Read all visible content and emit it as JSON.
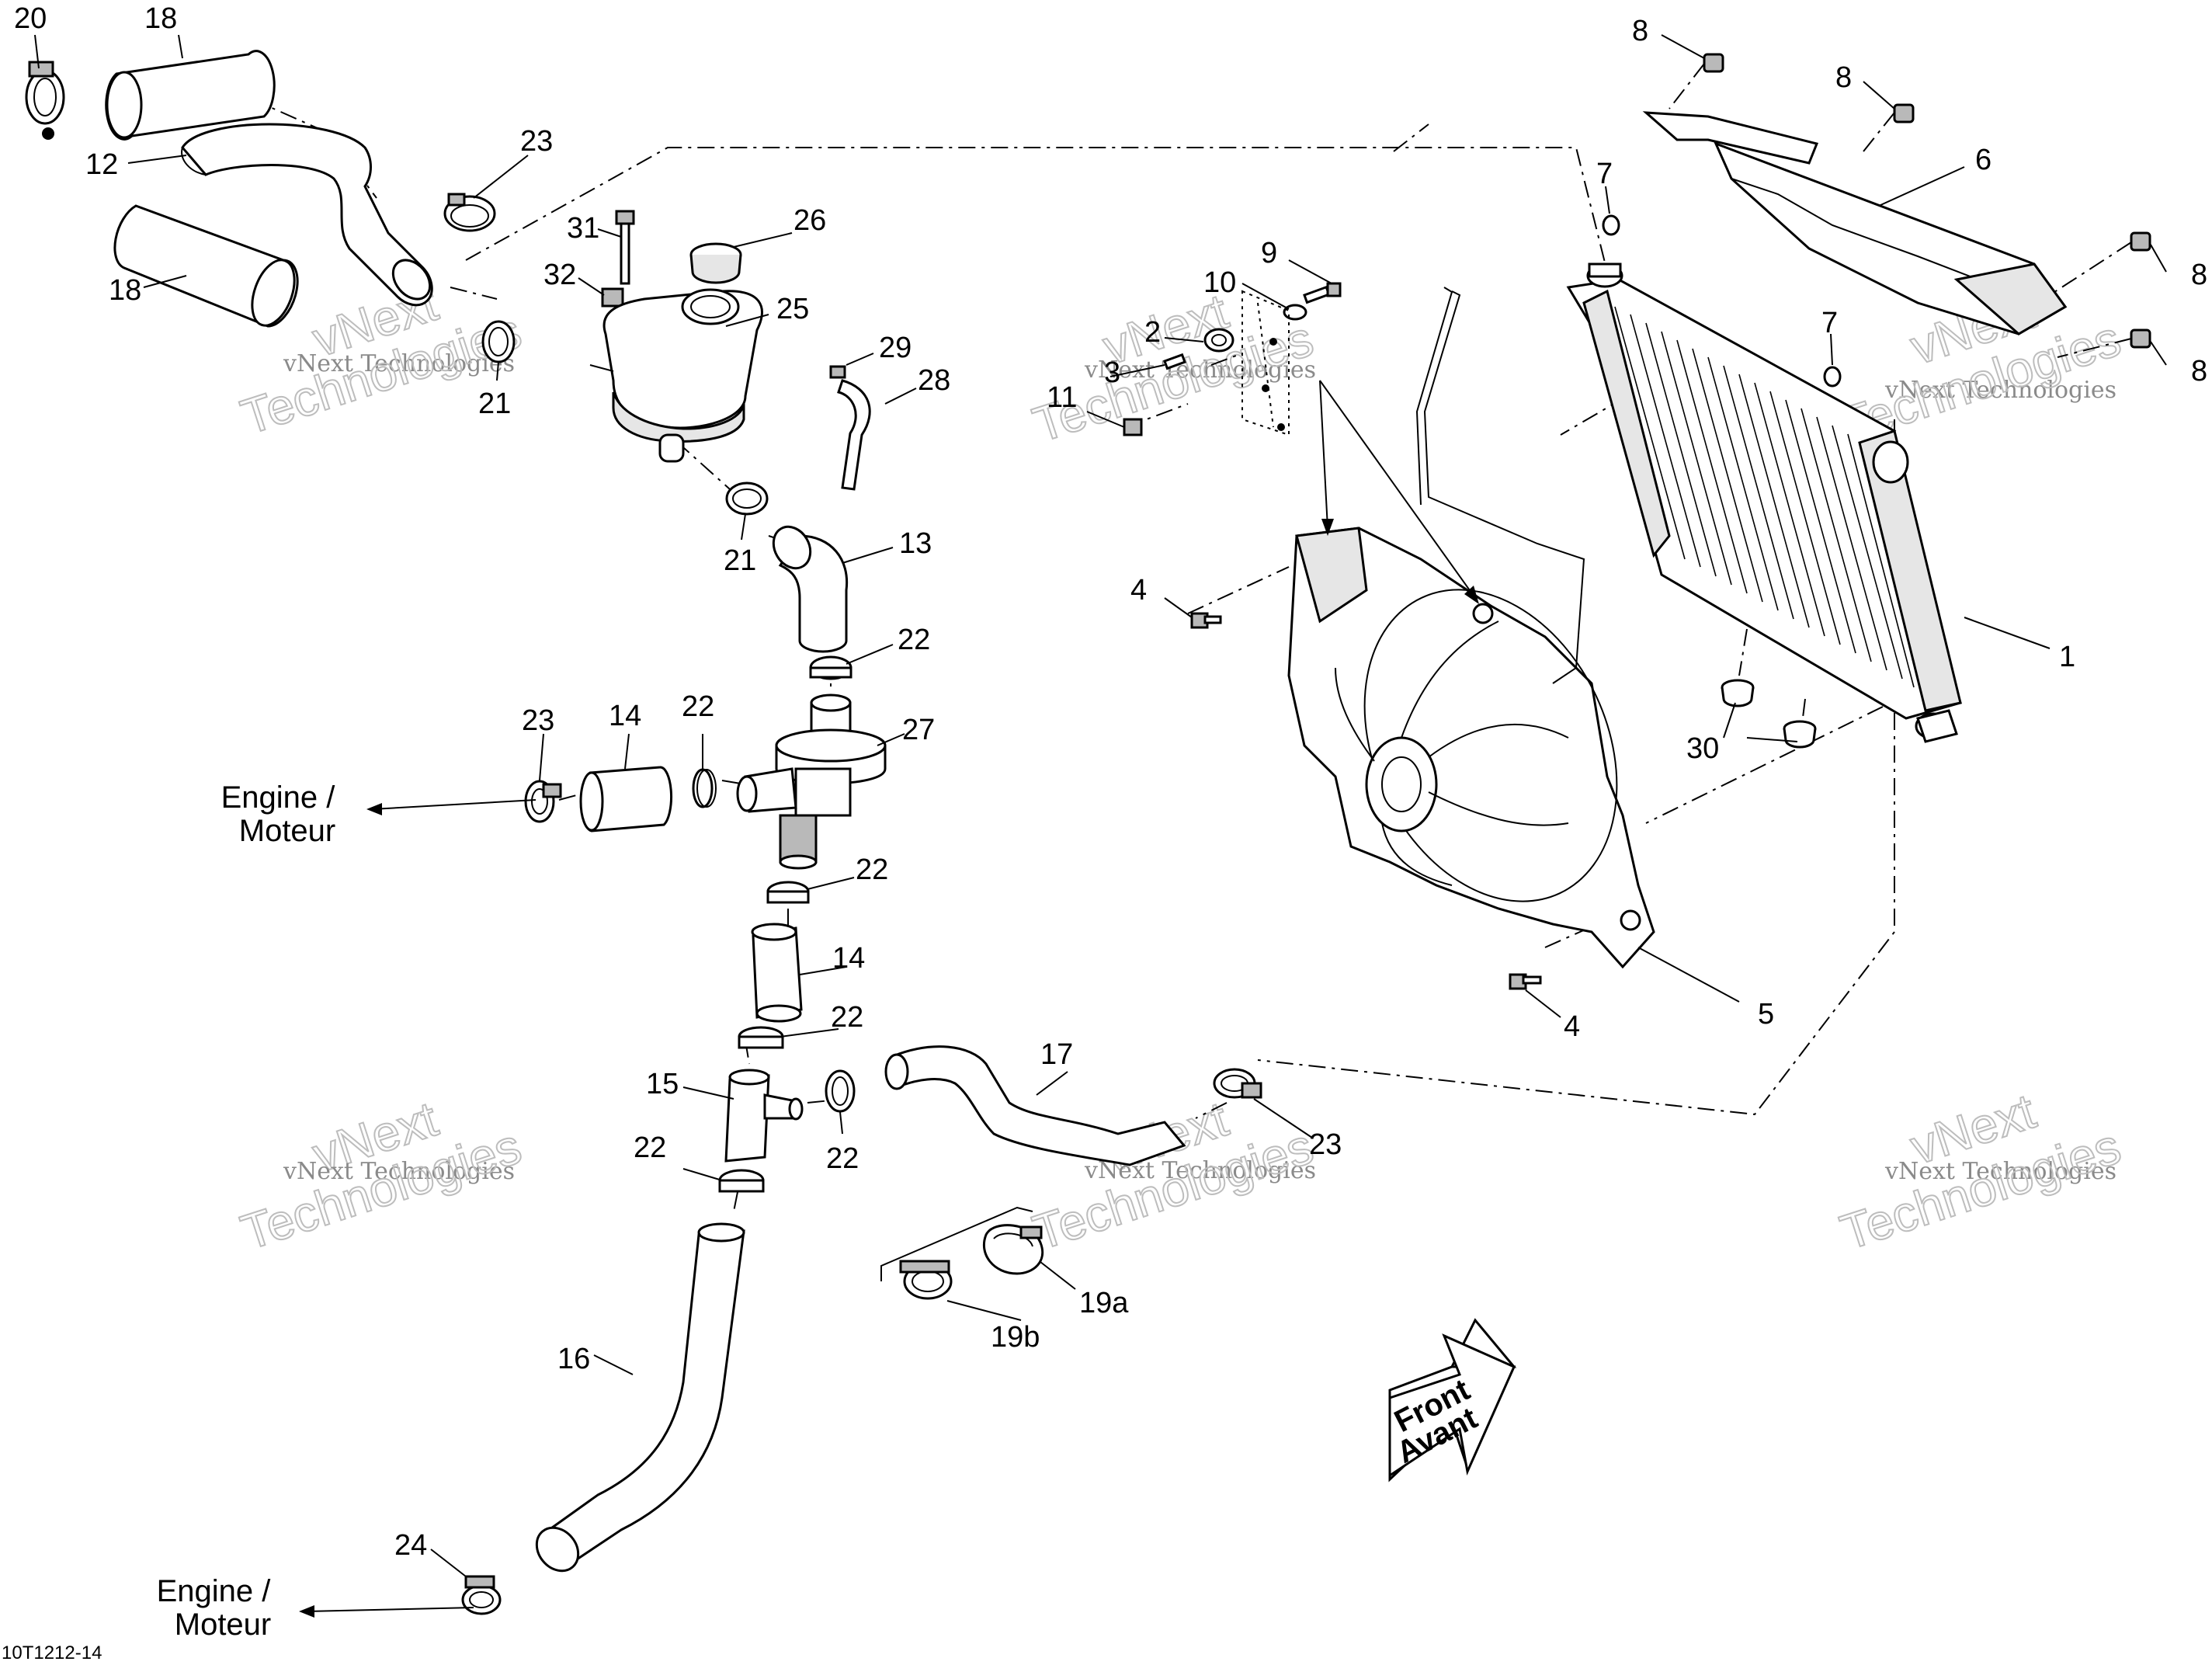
{
  "callouts": [
    {
      "id": "20",
      "text": "20"
    },
    {
      "id": "18a",
      "text": "18"
    },
    {
      "id": "12",
      "text": "12"
    },
    {
      "id": "23a",
      "text": "23"
    },
    {
      "id": "18b",
      "text": "18"
    },
    {
      "id": "31",
      "text": "31"
    },
    {
      "id": "26",
      "text": "26"
    },
    {
      "id": "32",
      "text": "32"
    },
    {
      "id": "25",
      "text": "25"
    },
    {
      "id": "21a",
      "text": "21"
    },
    {
      "id": "29",
      "text": "29"
    },
    {
      "id": "28",
      "text": "28"
    },
    {
      "id": "21b",
      "text": "21"
    },
    {
      "id": "13",
      "text": "13"
    },
    {
      "id": "22a",
      "text": "22"
    },
    {
      "id": "23b",
      "text": "23"
    },
    {
      "id": "14a",
      "text": "14"
    },
    {
      "id": "22b",
      "text": "22"
    },
    {
      "id": "27",
      "text": "27"
    },
    {
      "id": "22c",
      "text": "22"
    },
    {
      "id": "14b",
      "text": "14"
    },
    {
      "id": "22d",
      "text": "22"
    },
    {
      "id": "15",
      "text": "15"
    },
    {
      "id": "22e",
      "text": "22"
    },
    {
      "id": "22f",
      "text": "22"
    },
    {
      "id": "17",
      "text": "17"
    },
    {
      "id": "23c",
      "text": "23"
    },
    {
      "id": "19a",
      "text": "19a"
    },
    {
      "id": "19b",
      "text": "19b"
    },
    {
      "id": "16",
      "text": "16"
    },
    {
      "id": "24",
      "text": "24"
    },
    {
      "id": "8a",
      "text": "8"
    },
    {
      "id": "8b",
      "text": "8"
    },
    {
      "id": "6",
      "text": "6"
    },
    {
      "id": "7a",
      "text": "7"
    },
    {
      "id": "8c",
      "text": "8"
    },
    {
      "id": "8d",
      "text": "8"
    },
    {
      "id": "7b",
      "text": "7"
    },
    {
      "id": "9",
      "text": "9"
    },
    {
      "id": "10",
      "text": "10"
    },
    {
      "id": "2",
      "text": "2"
    },
    {
      "id": "3",
      "text": "3"
    },
    {
      "id": "11",
      "text": "11"
    },
    {
      "id": "4a",
      "text": "4"
    },
    {
      "id": "1",
      "text": "1"
    },
    {
      "id": "30",
      "text": "30"
    },
    {
      "id": "4b",
      "text": "4"
    },
    {
      "id": "5",
      "text": "5"
    }
  ],
  "direction_labels": {
    "engine_line1": "Engine /",
    "engine_line2": "Moteur",
    "front": "Front",
    "avant": "Avant"
  },
  "watermark": {
    "line1": "vNext",
    "line2": "vNext Technologies",
    "line3": "Technologies"
  },
  "reference_code": "10T1212-14"
}
